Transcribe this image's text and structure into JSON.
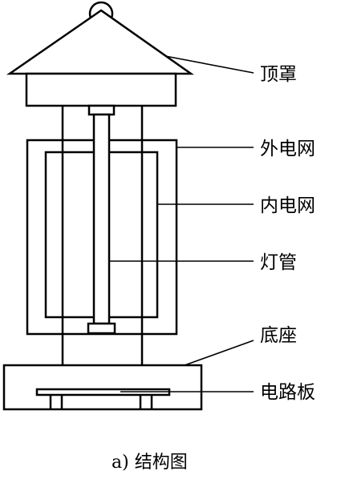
{
  "labels": {
    "top_cover": "顶罩",
    "outer_grid": "外电网",
    "inner_grid": "内电网",
    "lamp_tube": "灯管",
    "base": "底座",
    "circuit_board": "电路板"
  },
  "caption": "a) 结构图"
}
